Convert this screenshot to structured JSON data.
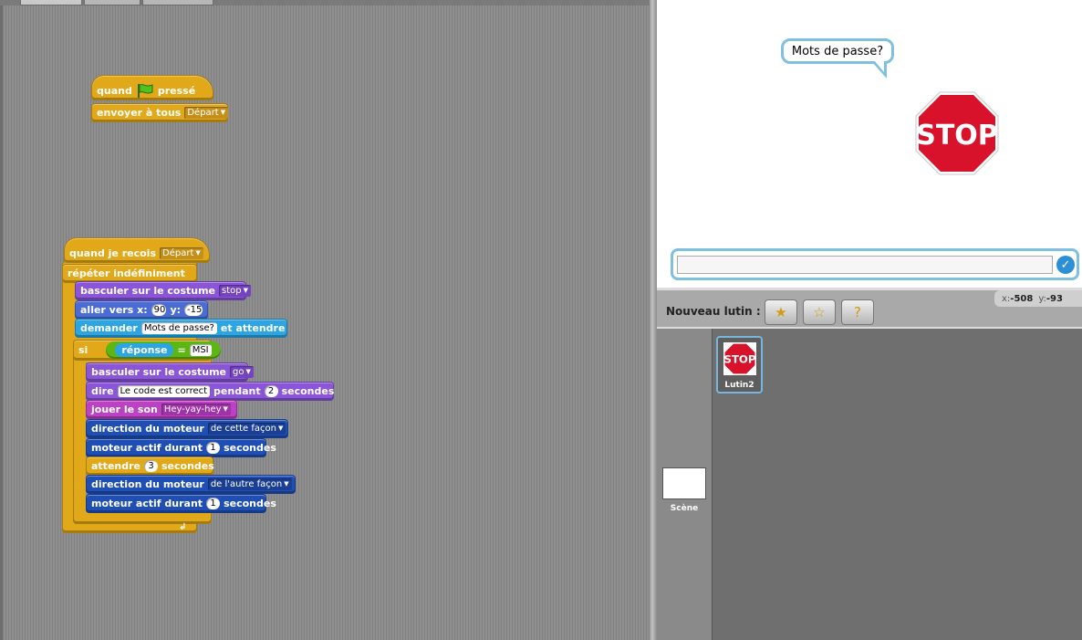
{
  "scripts": {
    "script1": {
      "hat_when": "quand",
      "hat_pressed": "pressé",
      "broadcast": "envoyer à tous",
      "broadcast_value": "Départ"
    },
    "script2": {
      "hat_receive": "quand je recois",
      "hat_receive_value": "Départ",
      "forever": "répéter indéfiniment",
      "switch_costume_1": "basculer sur le costume",
      "costume_1": "stop",
      "goto_label": "aller vers x:",
      "goto_x": "90",
      "goto_y_label": "y:",
      "goto_y": "-15",
      "ask_label": "demander",
      "ask_value": "Mots de passe?",
      "ask_wait": "et attendre",
      "if_label": "si",
      "answer": "réponse",
      "equals": "=",
      "compare_value": "MSI",
      "switch_costume_2": "basculer sur le costume",
      "costume_2": "go",
      "say_label": "dire",
      "say_value": "Le code est correct",
      "say_for": "pendant",
      "say_secs": "2",
      "say_secs_label": "secondes",
      "play_sound": "jouer le son",
      "sound_value": "Hey-yay-hey",
      "motor_dir_1": "direction du moteur",
      "motor_dir_1_value": "de cette façon",
      "motor_on_1": "moteur actif durant",
      "motor_on_1_secs": "1",
      "motor_on_1_label": "secondes",
      "wait_label": "attendre",
      "wait_secs": "3",
      "wait_secs_label": "secondes",
      "motor_dir_2": "direction du moteur",
      "motor_dir_2_value": "de l'autre façon",
      "motor_on_2": "moteur actif durant",
      "motor_on_2_secs": "1",
      "motor_on_2_label": "secondes"
    }
  },
  "stage": {
    "bubble_text": "Mots de passe?",
    "sprite_text": "STOP",
    "ok_icon": "check-icon"
  },
  "sprites": {
    "new_sprite_label": "Nouveau lutin :",
    "mouse_x_label": "x:",
    "mouse_x": "-508",
    "mouse_y_label": "y:",
    "mouse_y": "-93",
    "stage_label": "Scène",
    "sprite_name": "Lutin2",
    "sprite_thumb_text": "STOP"
  },
  "colors": {
    "control": "#e1a91a",
    "looks": "#8a55d7",
    "motion": "#4a6cd4",
    "sensing": "#2ca5e2",
    "sound": "#bb42c3",
    "motor": "#1f4fb4",
    "operators": "#5cb712",
    "stop_sign": "#d7122a"
  }
}
